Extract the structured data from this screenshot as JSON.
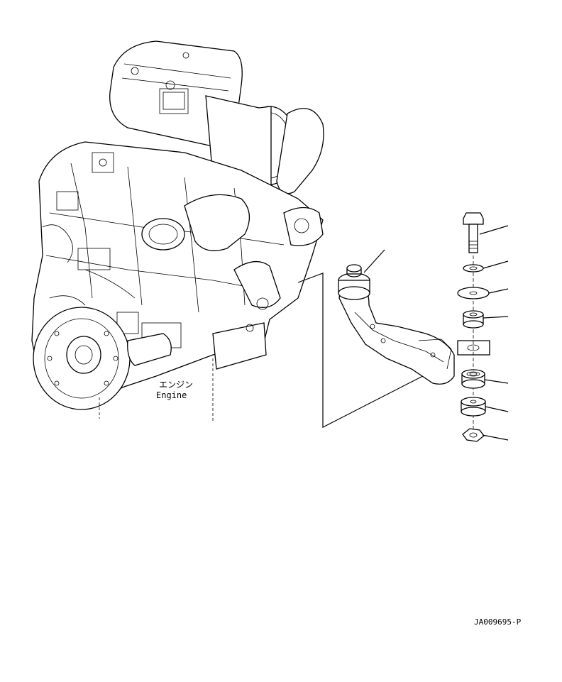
{
  "labels": {
    "engine_jp": "エンジン",
    "engine_en": "Engine",
    "drawing_number": "JA009695-P"
  }
}
